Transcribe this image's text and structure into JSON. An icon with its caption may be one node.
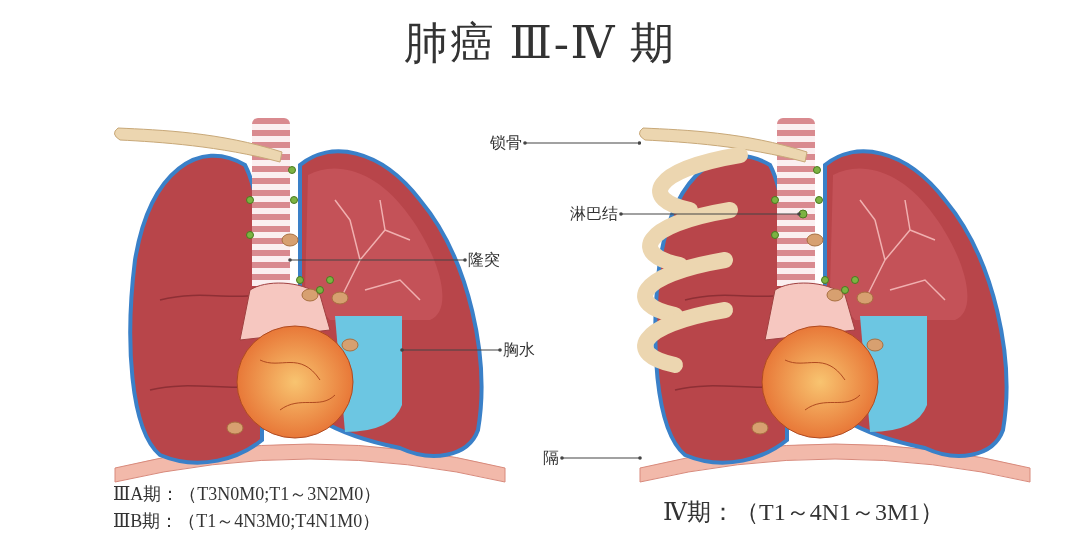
{
  "diagram": {
    "title": "肺癌 Ⅲ-Ⅳ 期",
    "nodes": [
      {
        "text": [
          "隆突"
        ]
      },
      {
        "text": [
          "胸水"
        ]
      },
      {
        "text": [
          "锁骨"
        ]
      },
      {
        "text": [
          "淋巴结"
        ]
      },
      {
        "text": [
          "隔"
        ]
      },
      {
        "text": [],
        "shape": "picture"
      },
      {
        "text": [],
        "shape": "picture"
      },
      {
        "text": [],
        "shape": "picture"
      },
      {
        "text": [],
        "shape": "circle"
      },
      {
        "text": [],
        "shape": "picture"
      }
    ],
    "edges": [
      {
        "from": 0,
        "to": 5,
        "arrow": "other"
      },
      {
        "from": 1,
        "to": 6,
        "arrow": "other"
      },
      {
        "from": 2,
        "to": 7,
        "arrow": "other"
      },
      {
        "from": 3,
        "to": 8,
        "arrow": "other"
      },
      {
        "from": 4,
        "to": 9,
        "arrow": "other"
      }
    ],
    "labels": [
      "ⅢA期：（T3N0M0;T1～3N2M0）",
      "ⅢB期：（T1～4N3M0;T4N1M0）",
      "Ⅳ期：（T1～4N1～3M1）"
    ]
  }
}
